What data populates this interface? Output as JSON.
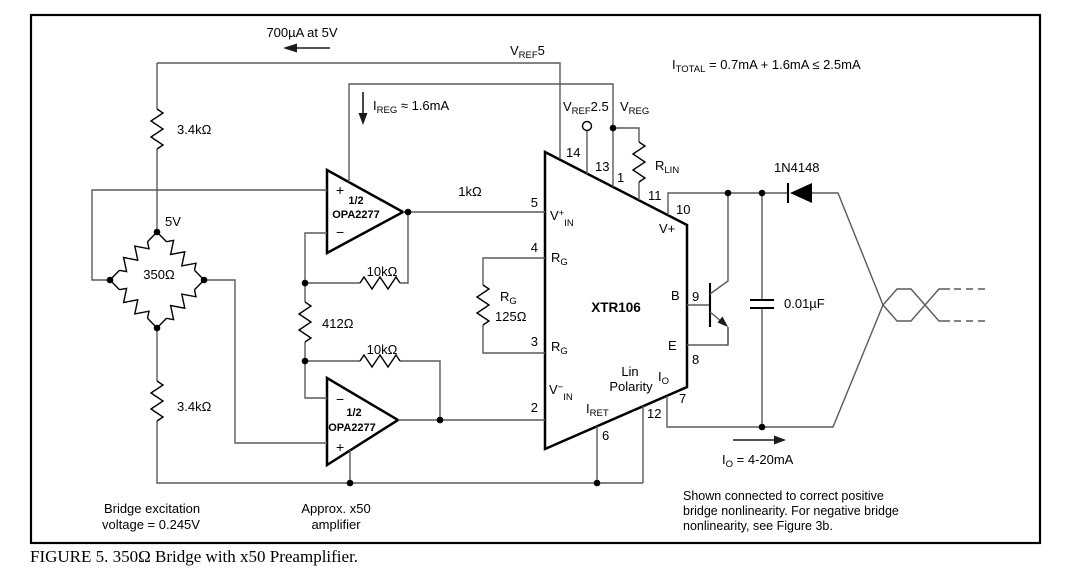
{
  "colors": {
    "background": "#ffffff",
    "wire": "#5a5a5a",
    "component": "#000000",
    "text": "#000000"
  },
  "caption": "FIGURE 5. 350Ω Bridge with x50 Preamplifier.",
  "annotations": {
    "current_top": "700µA at 5V",
    "i_total": {
      "base": "I",
      "sub": "TOTAL",
      "tail": " = 0.7mA + 1.6mA ≤ 2.5mA"
    },
    "i_reg": {
      "base": "I",
      "sub": "REG",
      "tail": " ≈ 1.6mA"
    },
    "i_out": {
      "base": "I",
      "sub": "O",
      "tail": " = 4-20mA"
    },
    "note_line1": "Shown connected to correct positive",
    "note_line2": "bridge nonlinearity. For negative bridge",
    "note_line3": "nonlinearity, see Figure 3b.",
    "bridge_note1": "Bridge excitation",
    "bridge_note2": "voltage = 0.245V",
    "amp_note1": "Approx. x50",
    "amp_note2": "amplifier"
  },
  "power": {
    "vref5": {
      "base": "V",
      "sub": "REF",
      "tail": "5"
    },
    "vref25": {
      "base": "V",
      "sub": "REF",
      "tail": "2.5"
    },
    "vreg": {
      "base": "V",
      "sub": "REG"
    },
    "bridge_supply": "5V"
  },
  "components": {
    "r_top": "3.4kΩ",
    "r_bottom": "3.4kΩ",
    "bridge_value": "350Ω",
    "r_series": "1kΩ",
    "r_fb1": "10kΩ",
    "r_fb2": "10kΩ",
    "r_gain_set": "412Ω",
    "r_g": {
      "base": "R",
      "sub": "G"
    },
    "r_g_value": "125Ω",
    "r_lin": {
      "base": "R",
      "sub": "LIN"
    },
    "diode": "1N4148",
    "capacitor": "0.01µF",
    "opamp1": {
      "half": "1/2",
      "name": "OPA2277",
      "plus": "+",
      "minus": "−"
    },
    "opamp2": {
      "half": "1/2",
      "name": "OPA2277",
      "plus": "+",
      "minus": "−"
    }
  },
  "ic": {
    "name": "XTR106",
    "pin_labels": {
      "vin_pos": {
        "base": "V",
        "sup": "+",
        "sub": "IN"
      },
      "vin_neg": {
        "base": "V",
        "sup": "−",
        "sub": "IN"
      },
      "rg_top": {
        "base": "R",
        "sub": "G"
      },
      "rg_bottom": {
        "base": "R",
        "sub": "G"
      },
      "iret": {
        "base": "I",
        "sub": "RET"
      },
      "lin1": "Lin",
      "lin2": "Polarity",
      "io": {
        "base": "I",
        "sub": "O"
      },
      "vplus": "V+",
      "b": "B",
      "e": "E"
    },
    "pin_numbers": {
      "p14": "14",
      "p13": "13",
      "p1": "1",
      "p11": "11",
      "p10": "10",
      "p5": "5",
      "p4": "4",
      "p3": "3",
      "p2": "2",
      "p6": "6",
      "p12": "12",
      "p7": "7",
      "p9": "9",
      "p8": "8"
    }
  }
}
